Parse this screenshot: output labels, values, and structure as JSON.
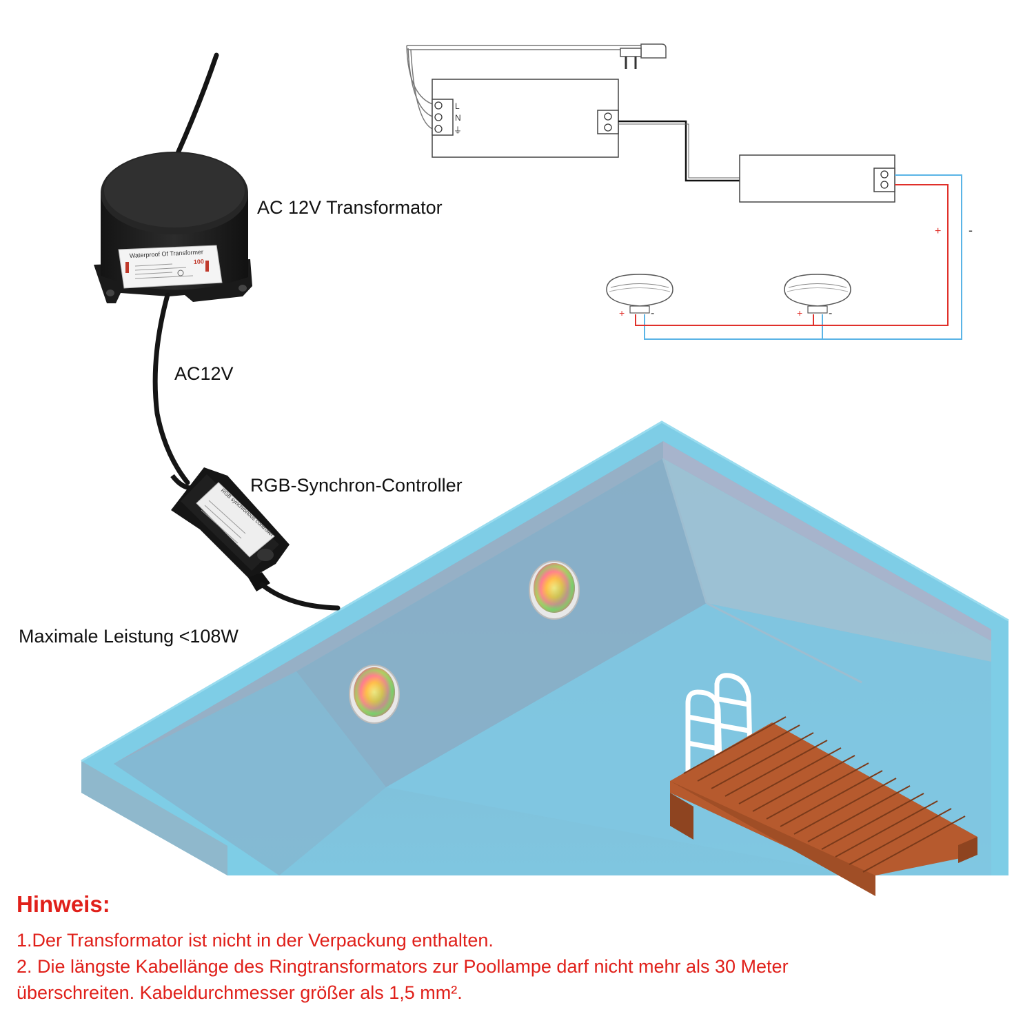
{
  "labels": {
    "transformer": "AC 12V Transformator",
    "ac_voltage": "AC12V",
    "controller": "RGB-Synchron-Controller",
    "max_power": "Maximale Leistung <108W"
  },
  "wiring": {
    "terminal_l": "L",
    "terminal_n": "N",
    "terminal_earth": "⏚",
    "plus": "+",
    "minus": "-"
  },
  "device_labels": {
    "transformer_sticker": "Waterproof Of Transformer",
    "transformer_rating": "100",
    "controller_sticker": "RGB synchronous controller"
  },
  "note": {
    "title": "Hinweis:",
    "line1": "1.Der Transformator ist nicht in der Verpackung enthalten.",
    "line2": "2. Die längste Kabellänge des Ringtransformators zur Poollampe darf nicht mehr als 30 Meter",
    "line3": "überschreiten. Kabeldurchmesser größer als 1,5 mm²."
  },
  "colors": {
    "positive_wire": "#e0302a",
    "negative_wire": "#5ab4e6",
    "pool_rim": "#7ecde6",
    "pool_water": "#8cb8d0",
    "deck_wood": "#b65a2e",
    "note_red": "#e0201a"
  }
}
